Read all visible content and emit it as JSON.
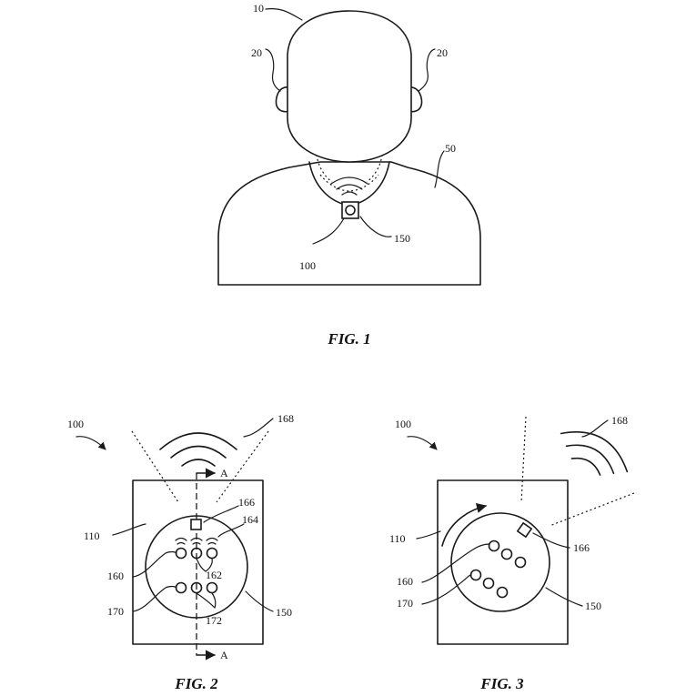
{
  "fig1": {
    "caption": "FIG. 1",
    "labels": {
      "head": "10",
      "ear_left": "20",
      "ear_right": "20",
      "shirt": "50",
      "device": "100",
      "sensor": "150"
    }
  },
  "fig2": {
    "caption": "FIG. 2",
    "labels": {
      "assembly": "100",
      "signal": "168",
      "housing": "110",
      "marker": "166",
      "waves": "164",
      "sensor_row": "160",
      "group": "162",
      "lower_row": "170",
      "lower_group": "172",
      "disc": "150",
      "section_top": "A",
      "section_bottom": "A"
    }
  },
  "fig3": {
    "caption": "FIG. 3",
    "labels": {
      "assembly": "100",
      "signal": "168",
      "housing": "110",
      "marker": "166",
      "sensor_row": "160",
      "lower_row": "170",
      "disc": "150"
    }
  }
}
